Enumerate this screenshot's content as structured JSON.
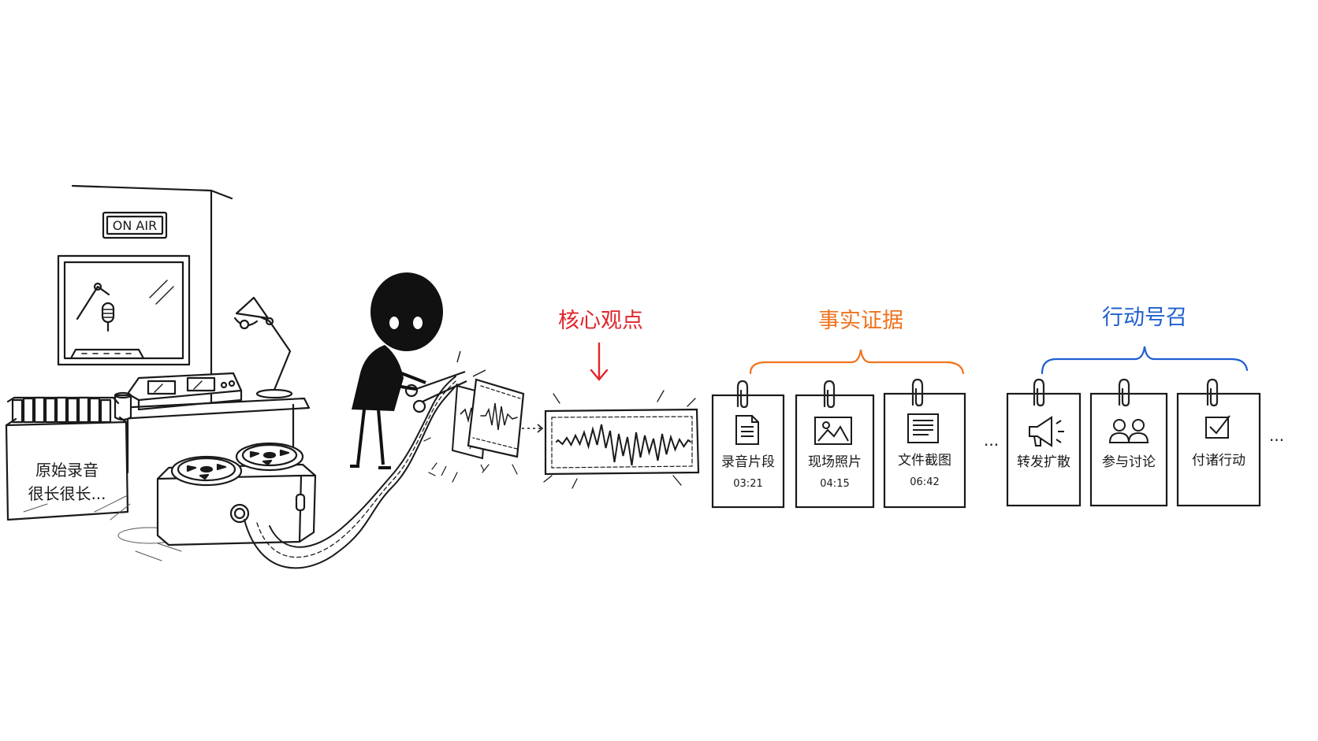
{
  "studio": {
    "on_air_sign": "ON AIR",
    "archive_box_line1": "原始录音",
    "archive_box_line2": "很长很长..."
  },
  "core": {
    "label": "核心观点",
    "color": "#e0242b"
  },
  "evidence": {
    "label": "事实证据",
    "color": "#f0731e",
    "cards": [
      {
        "icon": "document-icon",
        "title": "录音片段",
        "time": "03:21"
      },
      {
        "icon": "photo-icon",
        "title": "现场照片",
        "time": "04:15"
      },
      {
        "icon": "list-document-icon",
        "title": "文件截图",
        "time": "06:42"
      }
    ],
    "ellipsis": "..."
  },
  "action": {
    "label": "行动号召",
    "color": "#1f5fd0",
    "cards": [
      {
        "icon": "megaphone-icon",
        "title": "转发扩散"
      },
      {
        "icon": "people-icon",
        "title": "参与讨论"
      },
      {
        "icon": "checkbox-icon",
        "title": "付诸行动"
      }
    ],
    "ellipsis": "..."
  }
}
